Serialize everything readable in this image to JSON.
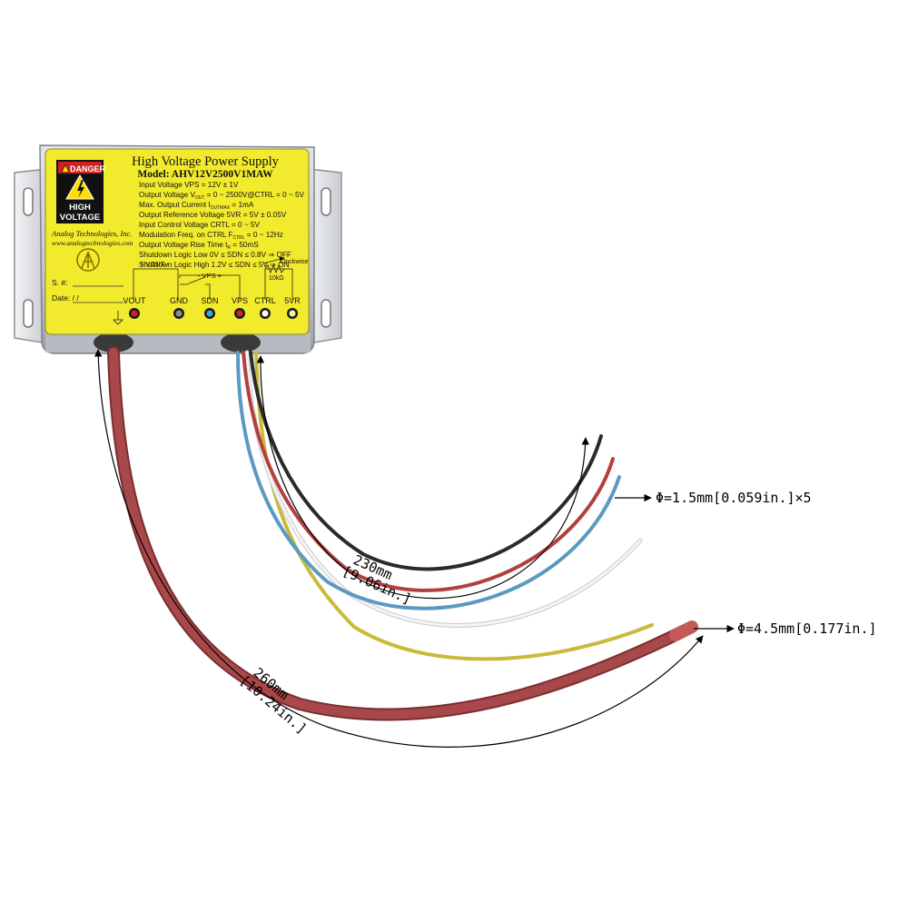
{
  "label": {
    "title": "High Voltage Power Supply",
    "model": "Model: AHV12V2500V1MAW",
    "danger": "DANGER",
    "high": "HIGH",
    "voltage": "VOLTAGE",
    "specs": [
      "Input Voltage VPS = 12V ± 1V",
      "Output Voltage V",
      "Max. Output Current I",
      "Output Reference Voltage 5VR = 5V ± 0.05V",
      "Input Control Voltage CRTL = 0 ~ 5V",
      "Modulation Freq. on CTRL F",
      "Output Voltage Rise Time t",
      "Shutdown Logic Low 0V ≤ SDN ≤ 0.8V ⇒ OFF",
      "Shutdown Logic High 1.2V ≤ SDN ≤ 5V ⇒ ON"
    ],
    "spec_subs": [
      "OUT",
      "OUTMAX",
      "CTRL",
      "R"
    ],
    "spec_tails": [
      " = 0 ~ 2500V@CTRL = 0 ~ 5V",
      " = 1mA",
      " = 0 ~ 12Hz",
      " = 50mS"
    ],
    "company": "Analog Technologies, Inc.",
    "website": "www.analogtechnologies.com",
    "sn": "S. #:",
    "date": "Date:   /   /",
    "vout_bracket": "+ VOUT -",
    "vps_bracket": "- VPS +",
    "clockwise": "Clockwise",
    "pot": "10kΩ",
    "pins": [
      "VOUT",
      "GND",
      "SDN",
      "VPS",
      "CTRL",
      "5VR"
    ],
    "pin_colors": [
      "#d42020",
      "#8c8c8c",
      "#39a8d8",
      "#d42020",
      "#ffffff",
      "#f5f5a0"
    ]
  },
  "dimensions": {
    "thin_wire": "Φ=1.5mm[0.059in.]×5",
    "thick_wire": "Φ=4.5mm[0.177in.]",
    "short_len_mm": "230mm",
    "short_len_in": "[9.06in.]",
    "long_len_mm": "260mm",
    "long_len_in": "[10.24in.]"
  },
  "colors": {
    "label_yellow": "#f2ea2c",
    "enclosure": "#c9ccd1",
    "thick_wire": "#a8484a",
    "wire_red": "#b24040",
    "wire_blue": "#5a9ac2",
    "wire_black": "#2a2a2a",
    "wire_white": "#f0f0f0",
    "wire_yellow": "#c8bb3a"
  }
}
